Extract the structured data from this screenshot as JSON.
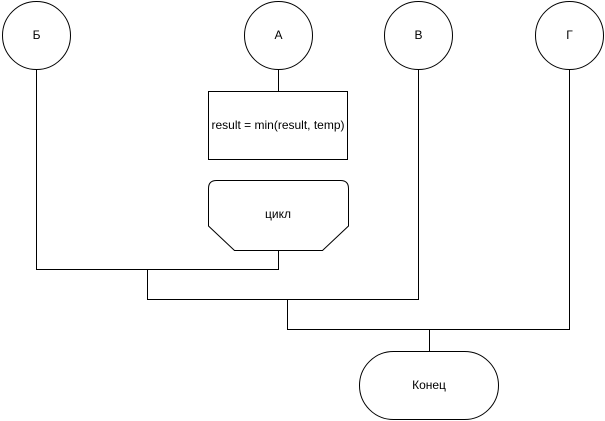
{
  "connectors": {
    "b": "Б",
    "a": "А",
    "v": "В",
    "g": "Г"
  },
  "process": {
    "label": "result = min(result, temp)"
  },
  "loop_end": {
    "label": "цикл"
  },
  "terminator": {
    "label": "Конец"
  }
}
